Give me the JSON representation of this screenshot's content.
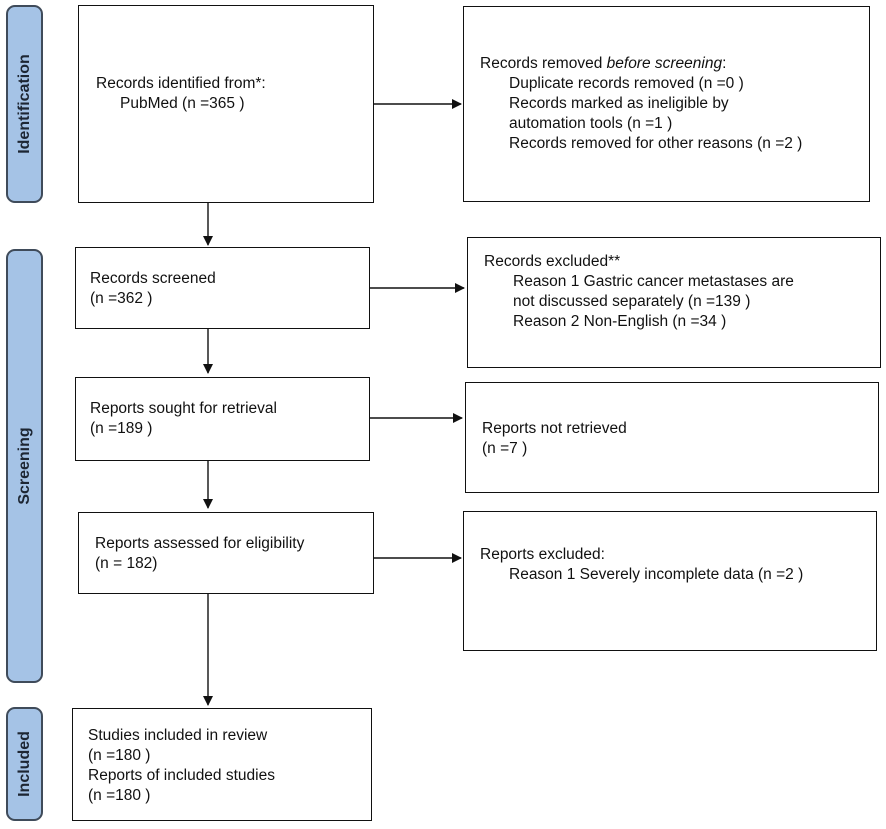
{
  "phases": {
    "identification": "Identification",
    "screening": "Screening",
    "included": "Included"
  },
  "identified": {
    "line1": "Records identified from*:",
    "line2": "PubMed (n =365 )"
  },
  "removed": {
    "title_prefix": "Records removed ",
    "title_emph": "before screening",
    "title_suffix": ":",
    "duplicates": "Duplicate records removed  (n =0 )",
    "ineligible_1": "Records marked as ineligible by",
    "ineligible_2": "automation tools (n =1 )",
    "other": "Records removed for other reasons  (n =2 )"
  },
  "screened": {
    "line1": "Records screened",
    "line2": "(n =362 )"
  },
  "excluded": {
    "title": "Records excluded**",
    "reason1_a": "Reason 1  Gastric cancer metastases are",
    "reason1_b": "not discussed separately (n =139 )",
    "reason2": "Reason 2   Non-English (n =34 )"
  },
  "sought": {
    "line1": "Reports sought for retrieval",
    "line2": "(n =189 )"
  },
  "not_retrieved": {
    "line1": "Reports not retrieved",
    "line2": "(n =7 )"
  },
  "assessed": {
    "line1": "Reports assessed for eligibility",
    "line2": "(n = 182)"
  },
  "reports_excluded": {
    "line1": "Reports excluded:",
    "line2": "Reason 1 Severely incomplete data (n =2 )"
  },
  "included": {
    "line1": "Studies included in review",
    "line2": "(n =180 )",
    "line3": "Reports of included studies",
    "line4": "(n =180 )"
  },
  "colors": {
    "phase_fill": "#a5c3e6",
    "phase_border": "#3f4b5a"
  }
}
